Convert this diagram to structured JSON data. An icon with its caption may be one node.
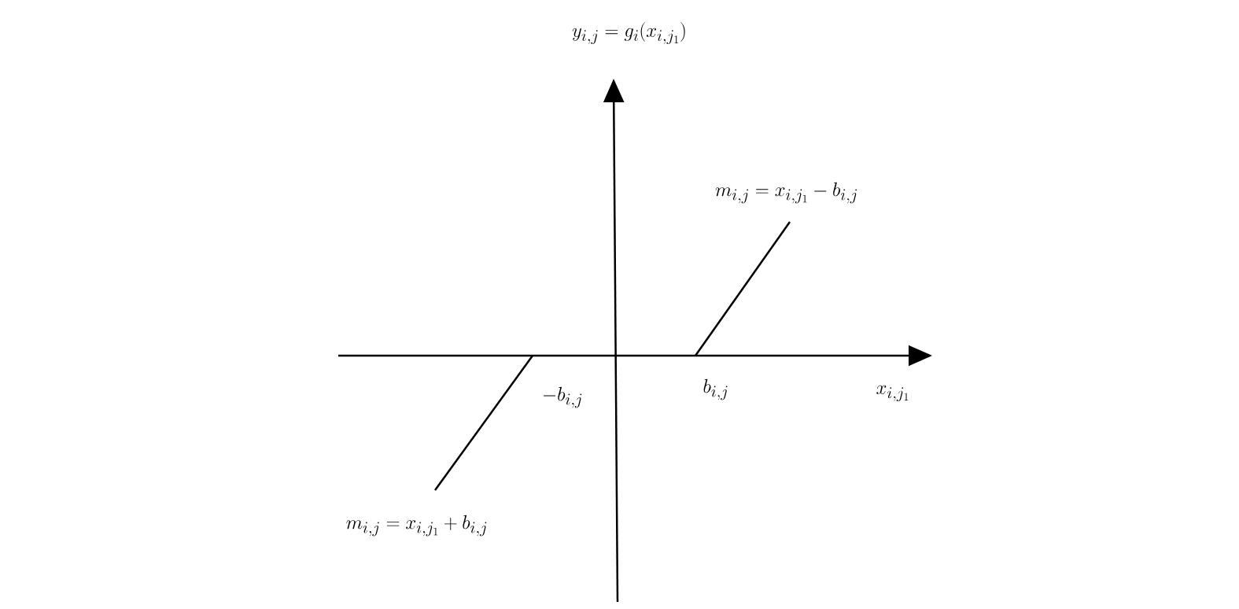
{
  "diagram": {
    "title": "y_{i,j} = g_i(x_{i,j_1})",
    "labels": [
      "m_{i,j} = x_{i,j_1} - b_{i,j}",
      "-b_{i,j}",
      "b_{i,j}",
      "x_{i,j_1}",
      "m_{i,j} = x_{i,j_1} + b_{i,j}"
    ]
  }
}
